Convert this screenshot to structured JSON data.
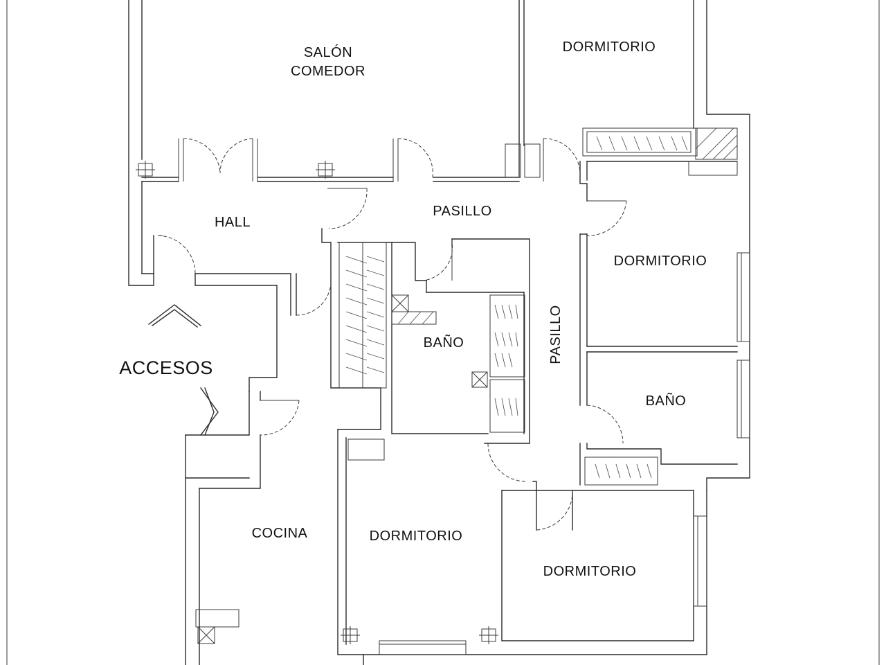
{
  "rooms": {
    "salon_line1": "SALÓN",
    "salon_line2": "COMEDOR",
    "dormitorio_top": "DORMITORIO",
    "hall": "HALL",
    "pasillo_top": "PASILLO",
    "dormitorio_right_upper": "DORMITORIO",
    "bano_center": "BAÑO",
    "pasillo_vertical": "PASILLO",
    "bano_right": "BAÑO",
    "cocina": "COCINA",
    "dormitorio_bottom_center": "DORMITORIO",
    "dormitorio_bottom_right": "DORMITORIO"
  },
  "access": {
    "label": "ACCESOS"
  }
}
